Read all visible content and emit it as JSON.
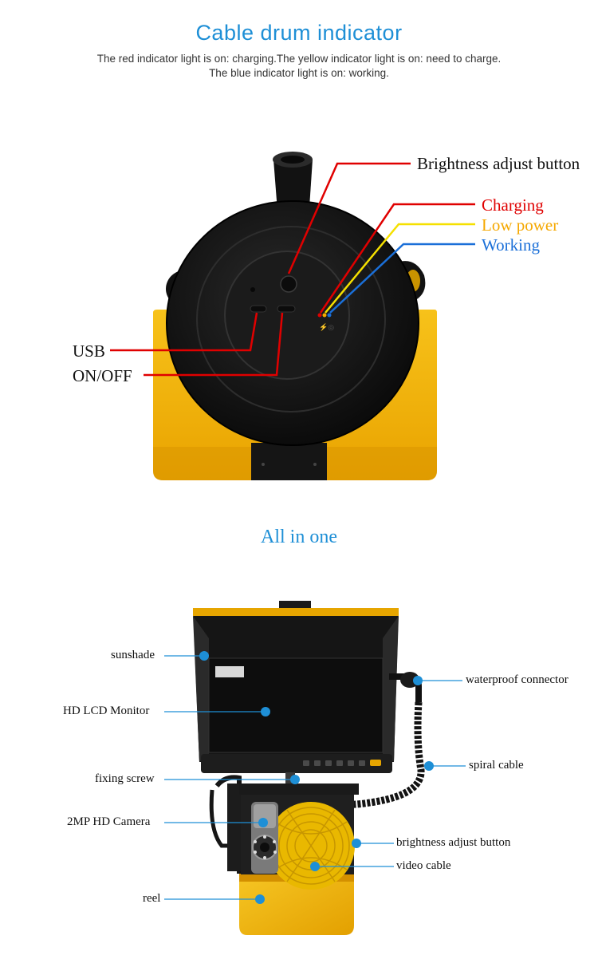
{
  "section1": {
    "title": "Cable drum indicator",
    "subtitle_line1": "The red indicator light is on: charging.The yellow indicator light is on: need to charge.",
    "subtitle_line2": "The blue indicator light is on: working.",
    "labels": {
      "brightness": "Brightness adjust button",
      "charging": "Charging",
      "low_power": "Low power",
      "working": "Working",
      "usb": "USB",
      "onoff": "ON/OFF"
    },
    "colors": {
      "red": "#e00000",
      "yellow": "#f5a800",
      "blue": "#1a6fd8"
    }
  },
  "section2": {
    "title": "All in one",
    "labels": {
      "sunshade": "sunshade",
      "hd_lcd": "HD LCD Monitor",
      "fixing_screw": "fixing screw",
      "camera": "2MP HD Camera",
      "reel": "reel",
      "waterproof": "waterproof connector",
      "spiral": "spiral cable",
      "brightness": "brightness adjust button",
      "video_cable": "video cable"
    }
  }
}
